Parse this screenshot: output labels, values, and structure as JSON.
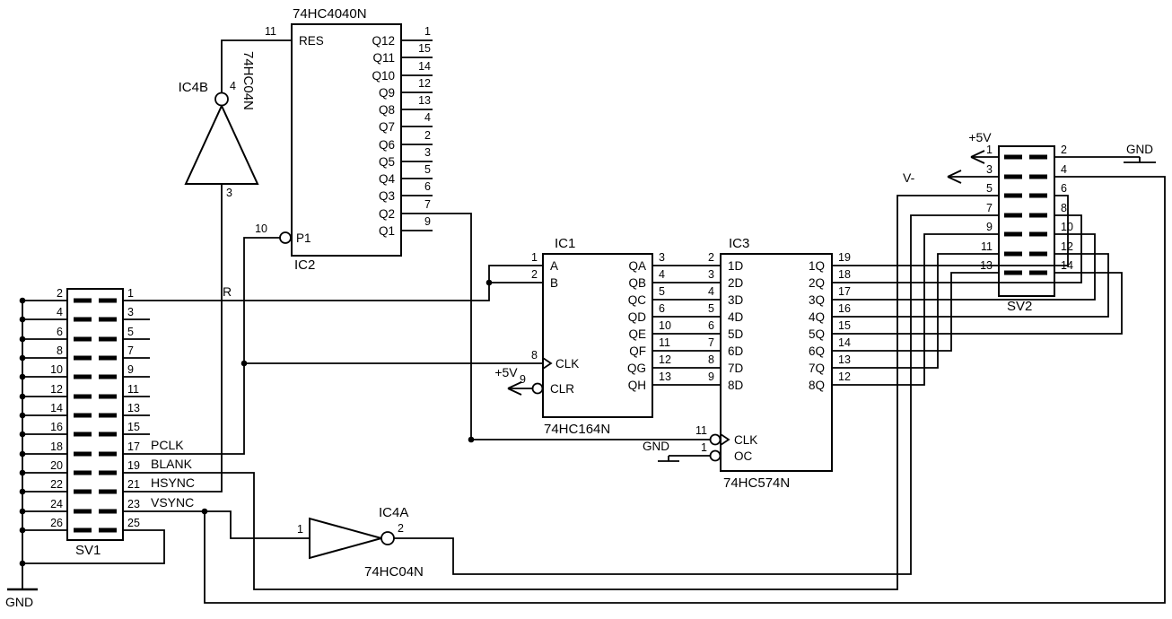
{
  "colors": {
    "background": "#ffffff",
    "ink": "#000000"
  },
  "ic2": {
    "part": "74HC4040N",
    "ref": "IC2",
    "res": {
      "name": "RES",
      "num": "11"
    },
    "clk": {
      "name": "P1",
      "num": "10"
    },
    "q": [
      {
        "name": "Q12",
        "num": "1"
      },
      {
        "name": "Q11",
        "num": "15"
      },
      {
        "name": "Q10",
        "num": "14"
      },
      {
        "name": "Q9",
        "num": "12"
      },
      {
        "name": "Q8",
        "num": "13"
      },
      {
        "name": "Q7",
        "num": "4"
      },
      {
        "name": "Q6",
        "num": "2"
      },
      {
        "name": "Q5",
        "num": "3"
      },
      {
        "name": "Q4",
        "num": "5"
      },
      {
        "name": "Q3",
        "num": "6"
      },
      {
        "name": "Q2",
        "num": "7"
      },
      {
        "name": "Q1",
        "num": "9"
      }
    ]
  },
  "ic4b": {
    "ref": "IC4B",
    "part": "74HC04N",
    "pin_out": "4",
    "pin_in": "3"
  },
  "ic4a": {
    "ref": "IC4A",
    "part": "74HC04N",
    "pin_in": "1",
    "pin_out": "2"
  },
  "ic1": {
    "ref": "IC1",
    "part": "74HC164N",
    "a": {
      "name": "A",
      "num": "1"
    },
    "b": {
      "name": "B",
      "num": "2"
    },
    "clk": {
      "name": "CLK",
      "num": "8"
    },
    "clr": {
      "name": "CLR",
      "num": "9"
    },
    "q": [
      {
        "name": "QA",
        "num": "3",
        "dnum": "2"
      },
      {
        "name": "QB",
        "num": "4",
        "dnum": "3"
      },
      {
        "name": "QC",
        "num": "5",
        "dnum": "4"
      },
      {
        "name": "QD",
        "num": "6",
        "dnum": "5"
      },
      {
        "name": "QE",
        "num": "10",
        "dnum": "6"
      },
      {
        "name": "QF",
        "num": "11",
        "dnum": "7"
      },
      {
        "name": "QG",
        "num": "12",
        "dnum": "8"
      },
      {
        "name": "QH",
        "num": "13",
        "dnum": "9"
      }
    ]
  },
  "ic3": {
    "ref": "IC3",
    "part": "74HC574N",
    "clk": {
      "name": "CLK",
      "num": "11"
    },
    "oc": {
      "name": "OC",
      "num": "1"
    },
    "rows": [
      {
        "d": "1D",
        "q": "1Q",
        "num": "19"
      },
      {
        "d": "2D",
        "q": "2Q",
        "num": "18"
      },
      {
        "d": "3D",
        "q": "3Q",
        "num": "17"
      },
      {
        "d": "4D",
        "q": "4Q",
        "num": "16"
      },
      {
        "d": "5D",
        "q": "5Q",
        "num": "15"
      },
      {
        "d": "6D",
        "q": "6Q",
        "num": "14"
      },
      {
        "d": "7D",
        "q": "7Q",
        "num": "13"
      },
      {
        "d": "8D",
        "q": "8Q",
        "num": "12"
      }
    ]
  },
  "sv1": {
    "ref": "SV1",
    "left": [
      "2",
      "4",
      "6",
      "8",
      "10",
      "12",
      "14",
      "16",
      "18",
      "20",
      "22",
      "24",
      "26"
    ],
    "right": [
      "1",
      "3",
      "5",
      "7",
      "9",
      "11",
      "13",
      "15",
      "17",
      "19",
      "21",
      "23",
      "25"
    ]
  },
  "sv2": {
    "ref": "SV2",
    "left": [
      "1",
      "3",
      "5",
      "7",
      "9",
      "11",
      "13"
    ],
    "right": [
      "2",
      "4",
      "6",
      "8",
      "10",
      "12",
      "14"
    ]
  },
  "nets": {
    "r": "R",
    "pclk": "PCLK",
    "blank": "BLANK",
    "hsync": "HSYNC",
    "vsync": "VSYNC",
    "vcc": "+5V",
    "vminus": "V-",
    "gnd": "GND"
  }
}
